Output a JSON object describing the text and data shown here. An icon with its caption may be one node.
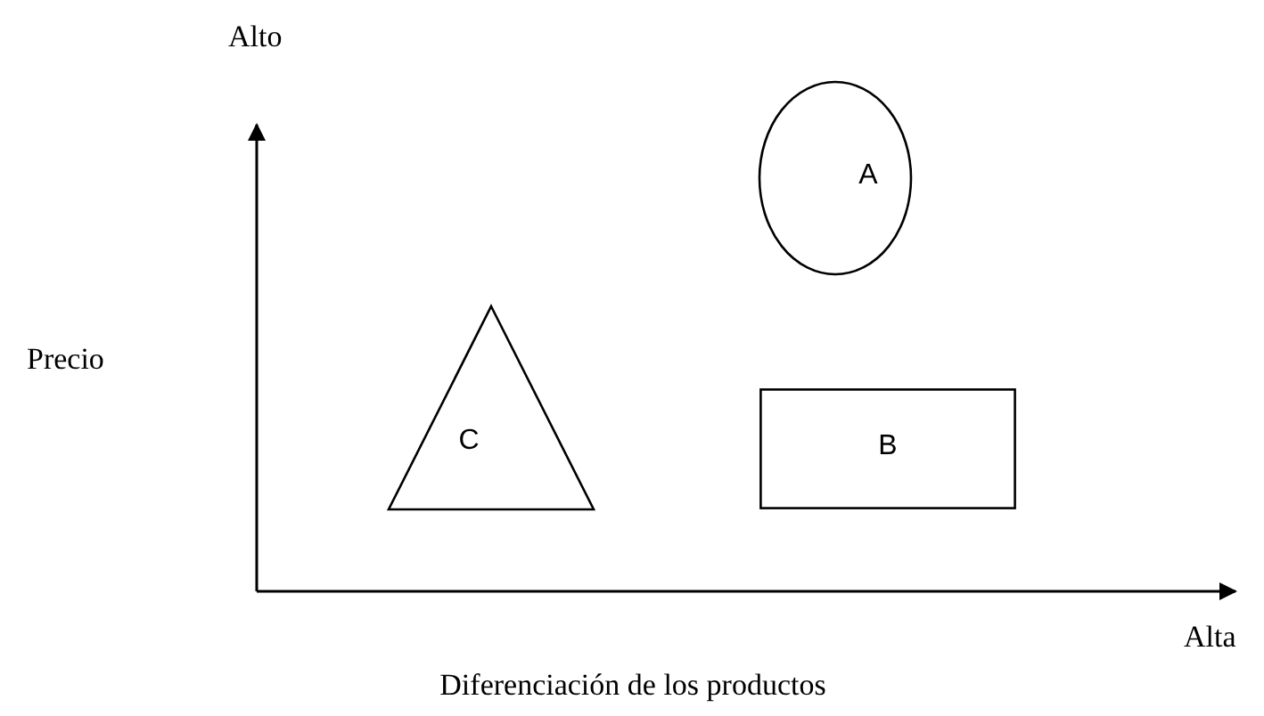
{
  "diagram": {
    "nodes": [
      {
        "text": [
          "A"
        ]
      },
      {
        "text": [
          "B"
        ]
      },
      {
        "text": [
          "C"
        ]
      }
    ],
    "labels": [
      "Alto",
      "Precio",
      "Alta",
      "Diferenciación de los productos"
    ]
  }
}
